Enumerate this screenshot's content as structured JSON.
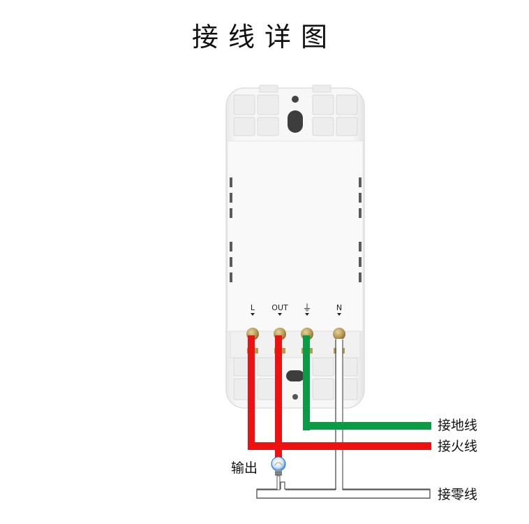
{
  "title": "接线详图",
  "terminals": {
    "L": "L",
    "OUT": "OUT",
    "N": "N"
  },
  "ground_symbol": "⏚",
  "labels": {
    "ground": "接地线",
    "live": "接火线",
    "neutral": "接零线",
    "output": "输出"
  },
  "colors": {
    "live_wire": "#ee1111",
    "ground_wire": "#0b9a45",
    "neutral_wire": "#ffffff",
    "terminal": "#b59a52"
  }
}
